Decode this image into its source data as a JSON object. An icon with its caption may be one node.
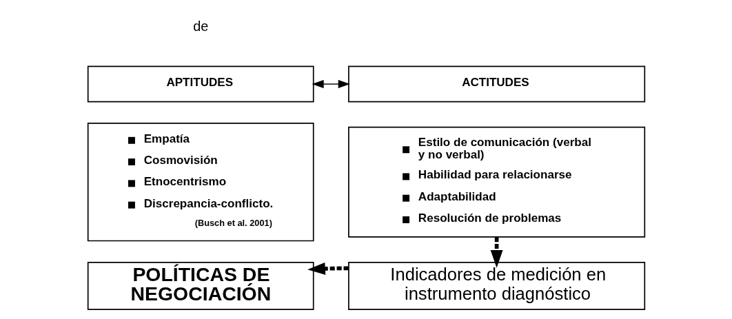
{
  "diagram": {
    "nodes": [
      {
        "text": [
          "APTITUDES"
        ]
      },
      {
        "text": [
          "ACTITUDES"
        ]
      },
      {
        "text": [
          "Empatía",
          "Cosmovisión",
          "Etnocentrismo",
          "Discrepancia-conflicto.",
          "(Busch et al. 2001)"
        ]
      },
      {
        "text": [
          "Estilo de comunicación (verbal y no verbal)",
          "Habilidad para relacionarse",
          "Adaptabilidad",
          "Resolución de problemas"
        ]
      },
      {
        "text": [
          "POLÍTICAS DE NEGOCIACIÓN"
        ]
      },
      {
        "text": [
          "Indicadores de medición en instrumento diagnóstico"
        ]
      }
    ],
    "edges": [
      {
        "from": 0,
        "to": 1,
        "arrow": "both"
      },
      {
        "from": 3,
        "to": 5,
        "arrow": "to",
        "style": "dashed"
      },
      {
        "from": 5,
        "to": 4,
        "arrow": "to",
        "style": "dashed"
      }
    ],
    "labels": [
      "de"
    ]
  }
}
